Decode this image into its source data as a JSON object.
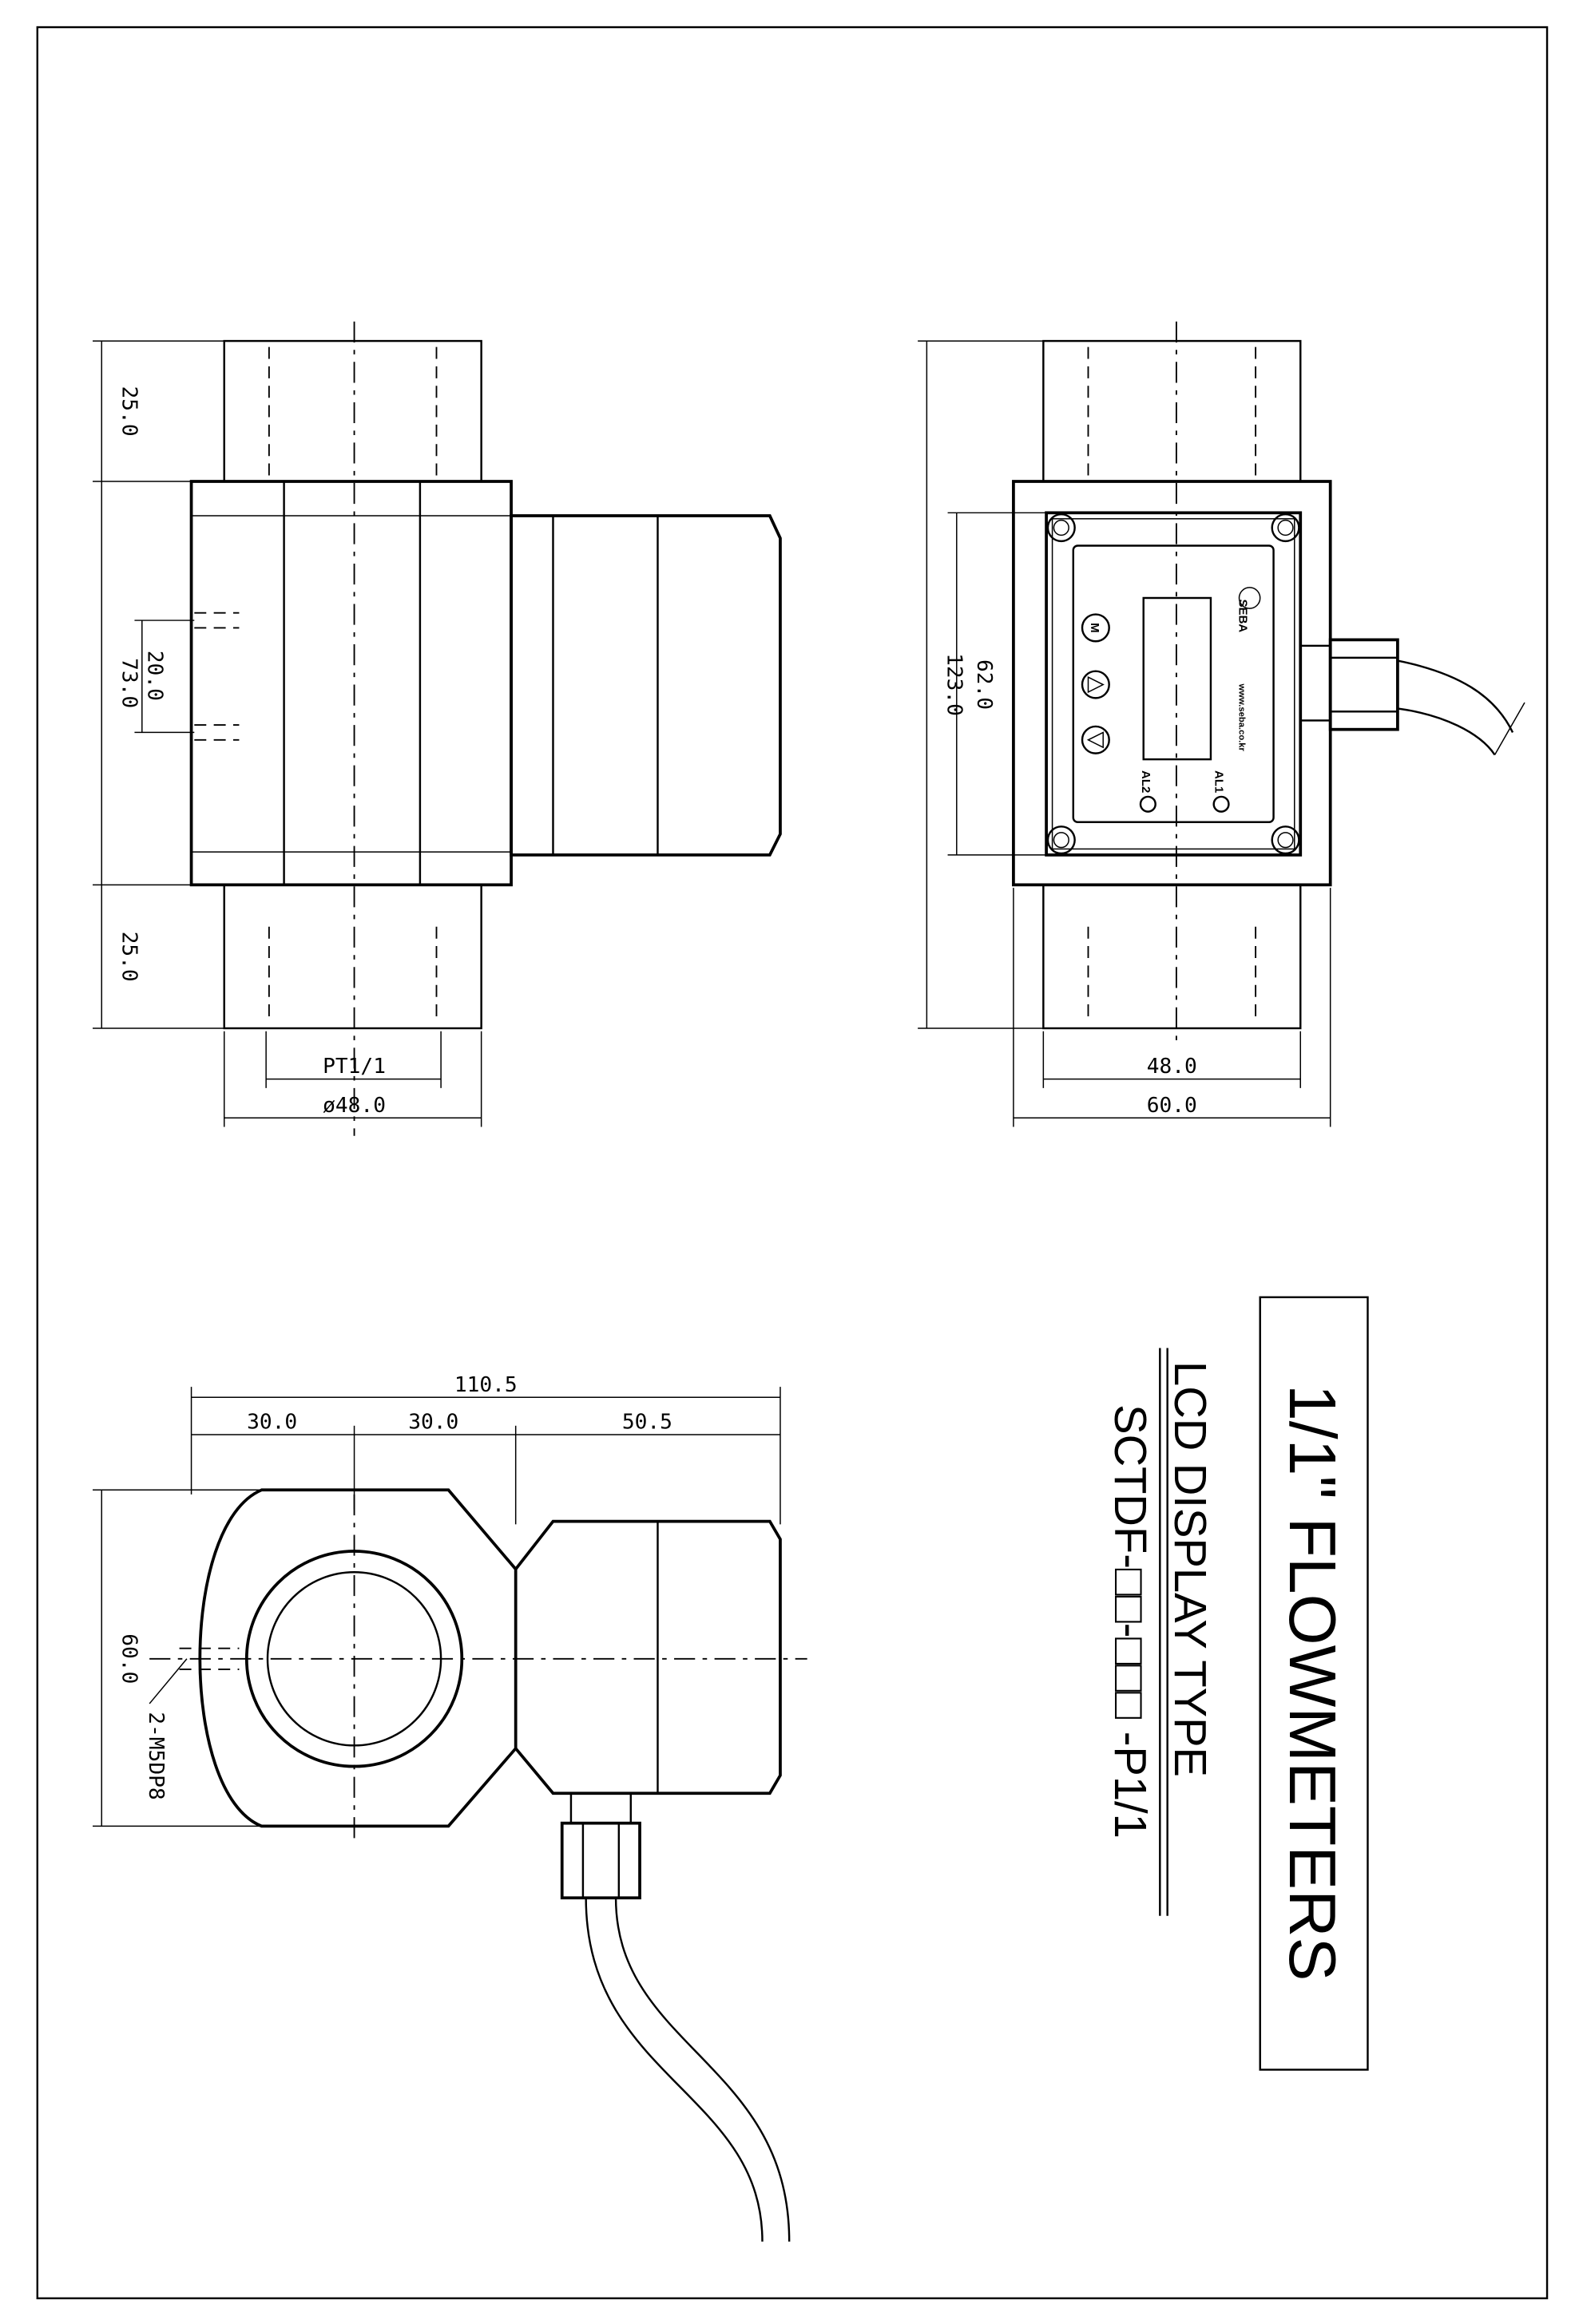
{
  "drawing": {
    "title": "1/1\" FLOWMETERS",
    "subtitle": "LCD DISPLAY TYPE",
    "model": "SCTDF-□□-□□□ -P1/1"
  },
  "side_view": {
    "dims": {
      "top_fitting": "25.0",
      "body": "73.0",
      "bottom_fitting": "25.0",
      "hole_pitch": "20.0",
      "thread": "PT1/1",
      "diameter": "ø48.0"
    }
  },
  "front_view": {
    "dims": {
      "overall": "123.0",
      "panel": "62.0",
      "inner_width": "48.0",
      "outer_width": "60.0"
    },
    "panel": {
      "brand": "SEBA",
      "website": "www.seba.co.kr",
      "button_m": "M",
      "led1": "AL1",
      "led2": "AL2"
    }
  },
  "top_view": {
    "dims": {
      "overall": "110.5",
      "seg1": "30.0",
      "seg2": "30.0",
      "seg3": "50.5",
      "height": "60.0",
      "holes": "2-M5DP8"
    }
  }
}
